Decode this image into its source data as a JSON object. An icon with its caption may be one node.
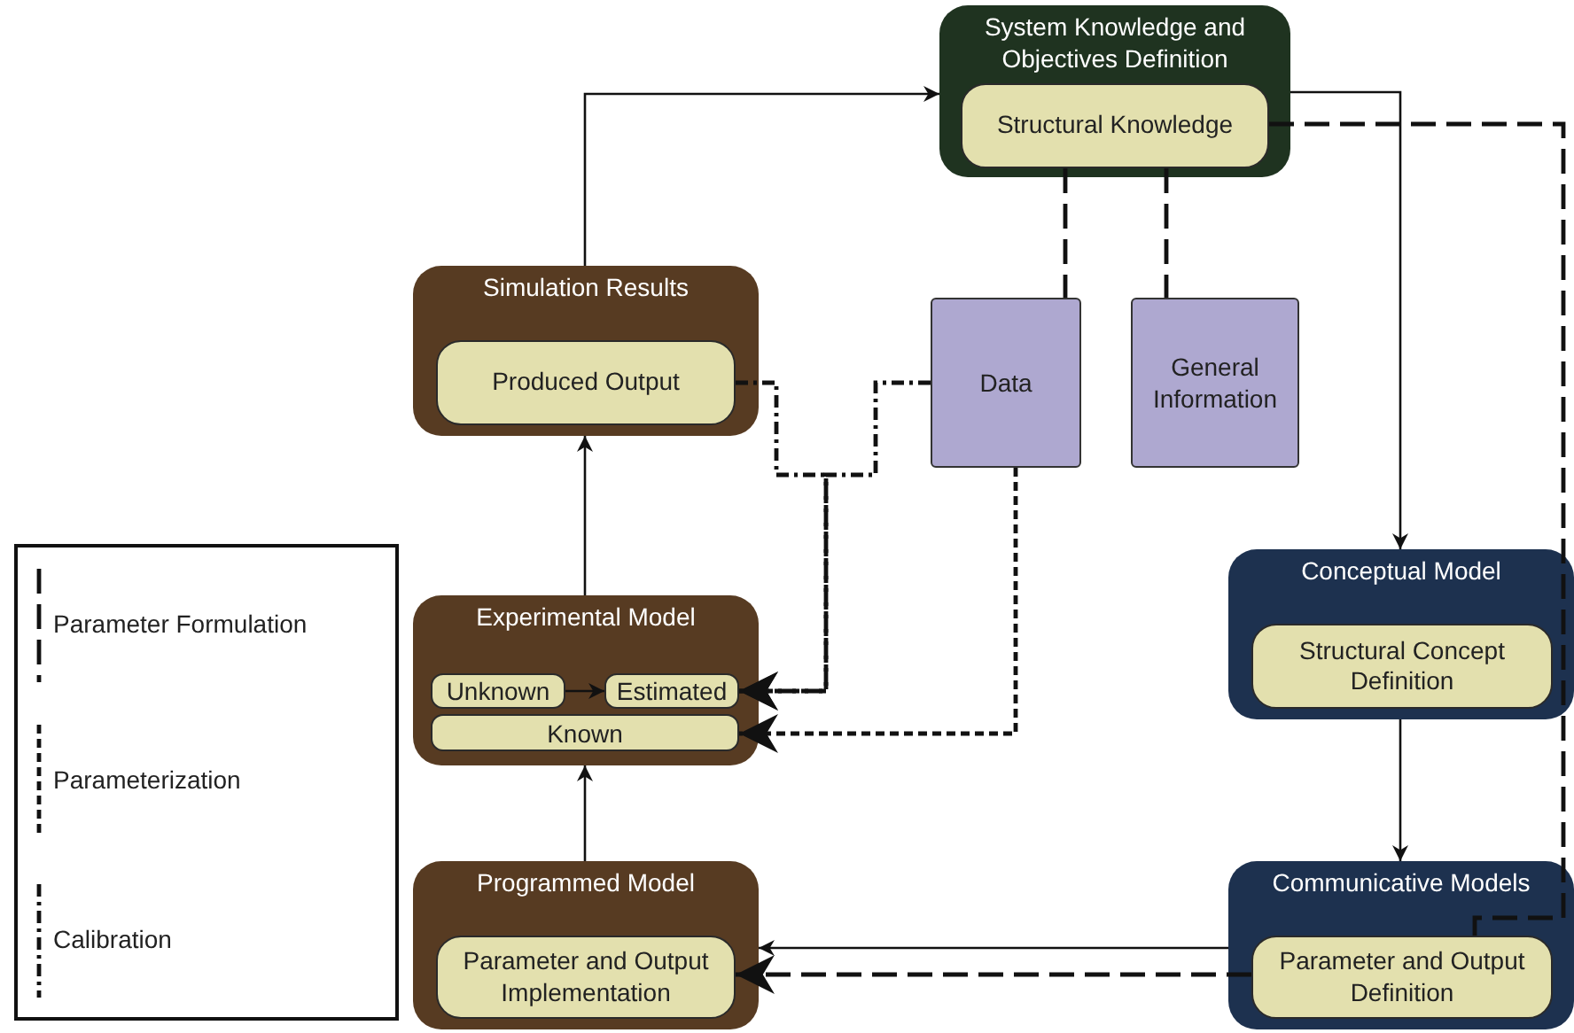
{
  "diagram": {
    "nodes": [
      {
        "text": [
          "System Knowledge and Objectives Definition"
        ]
      },
      {
        "text": [
          "Structural Knowledge"
        ],
        "in": 0
      },
      {
        "text": [
          "Simulation Results"
        ]
      },
      {
        "text": [
          "Produced Output"
        ],
        "in": 2
      },
      {
        "text": [
          "Data"
        ]
      },
      {
        "text": [
          "General Information"
        ]
      },
      {
        "text": [
          "Experimental Model"
        ]
      },
      {
        "text": [
          "Unknown"
        ],
        "in": 6
      },
      {
        "text": [
          "Estimated"
        ],
        "in": 6
      },
      {
        "text": [
          "Known"
        ],
        "in": 6
      },
      {
        "text": [
          "Conceptual Model"
        ]
      },
      {
        "text": [
          "Structural Concept Definition"
        ],
        "in": 10
      },
      {
        "text": [
          "Programmed Model"
        ]
      },
      {
        "text": [
          "Parameter and Output Implementation"
        ],
        "in": 12
      },
      {
        "text": [
          "Communicative Models"
        ]
      },
      {
        "text": [
          "Parameter and Output Definition"
        ],
        "in": 14
      }
    ],
    "edges": [
      {
        "from": 2,
        "to": 0,
        "arrow": "to"
      },
      {
        "from": 6,
        "to": 2,
        "arrow": "to"
      },
      {
        "from": 12,
        "to": 6,
        "arrow": "to"
      },
      {
        "from": 0,
        "to": 10,
        "arrow": "to"
      },
      {
        "from": 10,
        "to": 14,
        "arrow": "to"
      },
      {
        "from": 14,
        "to": 12,
        "arrow": "to"
      },
      {
        "from": 7,
        "to": 8,
        "arrow": "to"
      },
      {
        "from": 1,
        "to": 4,
        "arrow": "none",
        "style": "dashed"
      },
      {
        "from": 1,
        "to": 5,
        "arrow": "none",
        "style": "dashed"
      },
      {
        "from": 1,
        "to": 15,
        "arrow": "none",
        "style": "dashed"
      },
      {
        "from": 15,
        "to": 13,
        "arrow": "to",
        "style": "dashed"
      },
      {
        "from": 4,
        "to": 9,
        "arrow": "to",
        "style": "dashed"
      },
      {
        "from": 3,
        "to": 8,
        "arrow": "to",
        "style": "dashed"
      },
      {
        "from": 4,
        "to": 8,
        "arrow": "to",
        "style": "dashed"
      }
    ],
    "legend": [
      {
        "text": "Parameter Formulation"
      },
      {
        "text": "Parameterization"
      },
      {
        "text": "Calibration"
      }
    ]
  }
}
